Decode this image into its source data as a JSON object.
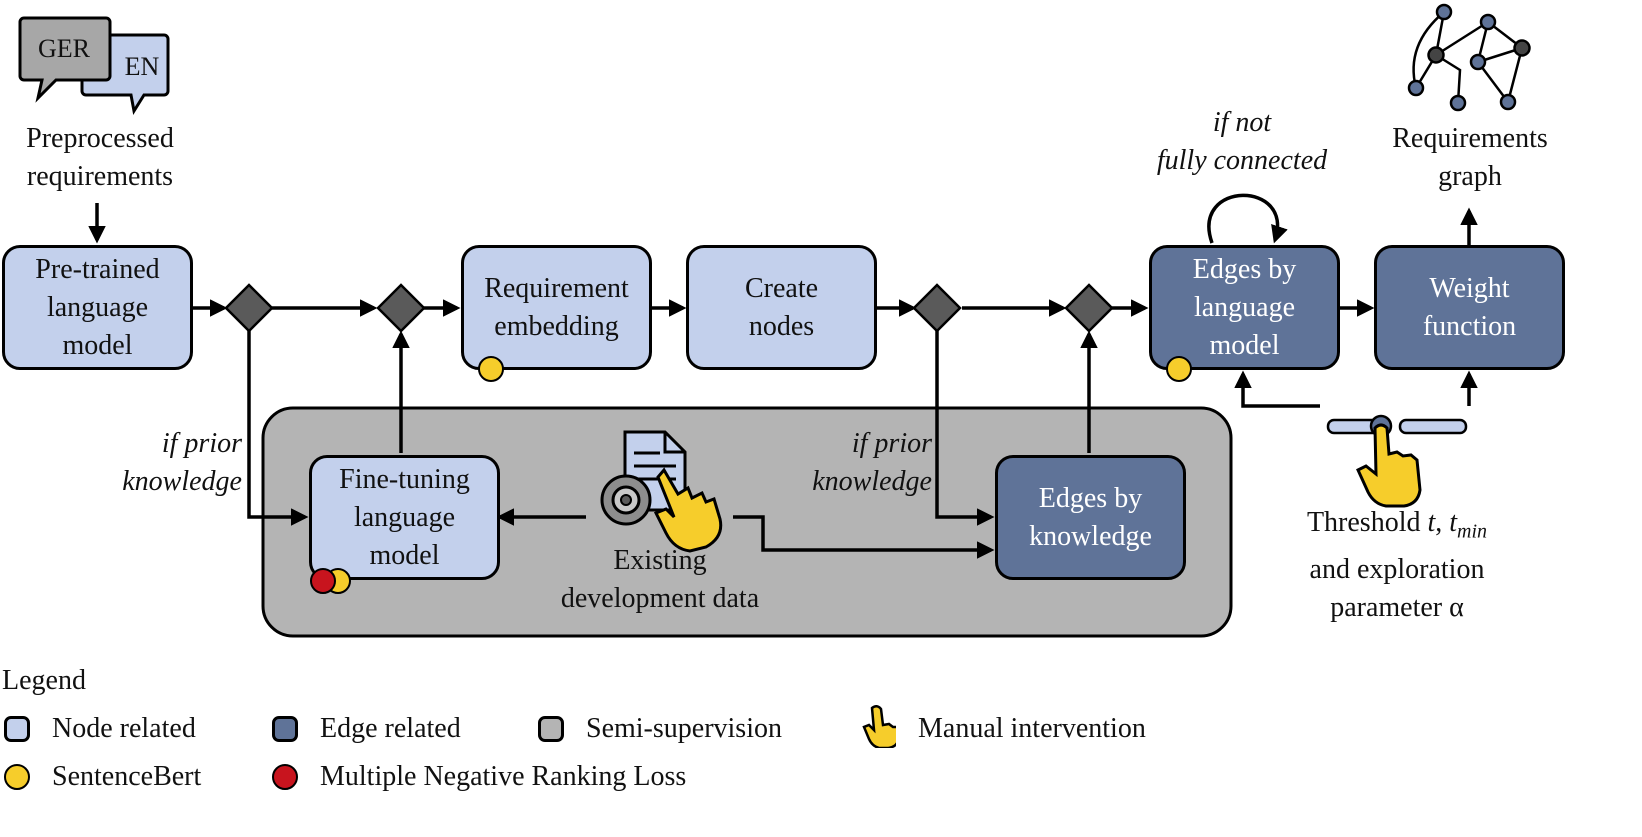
{
  "inputs": {
    "lang_source": "GER",
    "lang_target": "EN",
    "preprocessed": [
      "Preprocessed",
      "requirements"
    ]
  },
  "boxes": {
    "pretrained": [
      "Pre-trained",
      "language",
      "model"
    ],
    "embedding": [
      "Requirement",
      "embedding"
    ],
    "create_nodes": [
      "Create",
      "nodes"
    ],
    "edges_lm": [
      "Edges by",
      "language",
      "model"
    ],
    "weight": [
      "Weight",
      "function"
    ],
    "finetune": [
      "Fine-tuning",
      "language",
      "model"
    ],
    "edges_knowledge": [
      "Edges by",
      "knowledge"
    ]
  },
  "conditions": {
    "prior_left": [
      "if prior",
      "knowledge"
    ],
    "prior_right": [
      "if prior",
      "knowledge"
    ],
    "not_connected": [
      "if not",
      "fully connected"
    ]
  },
  "labels": {
    "existing_data": [
      "Existing",
      "development data"
    ],
    "output": [
      "Requirements",
      "graph"
    ],
    "threshold_prefix": "Threshold",
    "threshold_var": "t",
    "threshold_sep": ",",
    "threshold_min_base": "t",
    "threshold_min_sub": "min",
    "threshold_line2": "and exploration",
    "threshold_line3": "parameter α"
  },
  "legend": {
    "title": "Legend",
    "node_related": "Node related",
    "edge_related": "Edge related",
    "semi_supervision": "Semi-supervision",
    "manual_intervention": "Manual intervention",
    "sentencebert": "SentenceBert",
    "mnrl": "Multiple Negative Ranking Loss"
  },
  "colors": {
    "node": "#c3d0ec",
    "edge": "#5f7398",
    "semi": "#b4b4b4",
    "sentencebert": "#f6cd2b",
    "mnrl": "#c8141e",
    "hand": "#f6cd2b",
    "decision": "#5a5a5a"
  },
  "icons": {
    "speech": "speech-bubbles-icon",
    "graph": "graph-icon",
    "document": "document-touch-icon",
    "hand": "pointing-hand-icon",
    "slider": "slider-icon"
  }
}
